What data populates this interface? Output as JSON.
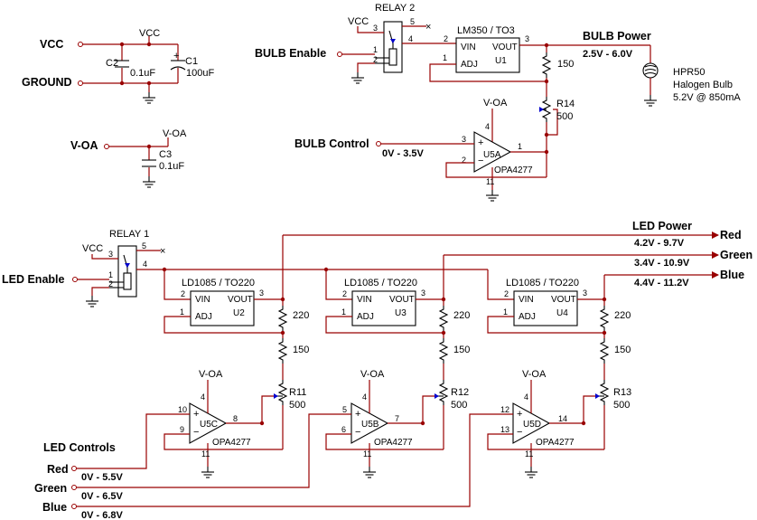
{
  "power": {
    "vcc": "VCC",
    "ground": "GROUND",
    "voa": "V-OA",
    "c1": "C1",
    "c1_value": "100uF",
    "c2": "C2",
    "c2_value": "0.1uF",
    "c3": "C3",
    "c3_value": "0.1uF"
  },
  "bulb": {
    "relay": "RELAY 2",
    "enable": "BULB Enable",
    "regulator": "LM350 / TO3",
    "u1": "U1",
    "power_label": "BULB Power",
    "power_range": "2.5V - 6.0V",
    "r150": "150",
    "r14": "R14",
    "r14_value": "500",
    "control_label": "BULB Control",
    "control_range": "0V - 3.5V",
    "opamp_ref": "U5A",
    "opamp_part": "OPA4277",
    "lamp": "HPR50",
    "lamp_type": "Halogen Bulb",
    "lamp_rating": "5.2V @ 850mA"
  },
  "led": {
    "relay": "RELAY 1",
    "enable": "LED Enable",
    "power_label": "LED Power",
    "controls_label": "LED Controls",
    "regulator": "LD1085 / TO220",
    "opamp_part": "OPA4277",
    "r220": "220",
    "r150": "150",
    "rpot_value": "500",
    "channels": [
      {
        "color_name": "Red",
        "color": "#cc0000",
        "power_range": "4.2V - 9.7V",
        "control_range": "0V - 5.5V",
        "u": "U2",
        "pot": "R11",
        "opamp_ref": "U5C",
        "pin_plus": "10",
        "pin_minus": "9",
        "pin_out": "8"
      },
      {
        "color_name": "Green",
        "color": "#008000",
        "power_range": "3.4V - 10.9V",
        "control_range": "0V - 6.5V",
        "u": "U3",
        "pot": "R12",
        "opamp_ref": "U5B",
        "pin_plus": "5",
        "pin_minus": "6",
        "pin_out": "7"
      },
      {
        "color_name": "Blue",
        "color": "#000099",
        "power_range": "4.4V - 11.2V",
        "control_range": "0V - 6.8V",
        "u": "U4",
        "pot": "R13",
        "opamp_ref": "U5D",
        "pin_plus": "12",
        "pin_minus": "13",
        "pin_out": "14"
      }
    ]
  },
  "pins": {
    "vin": "VIN",
    "vout": "VOUT",
    "adj": "ADJ",
    "p1": "1",
    "p2": "2",
    "p3": "3",
    "p4": "4",
    "p5": "5",
    "p11": "11"
  }
}
